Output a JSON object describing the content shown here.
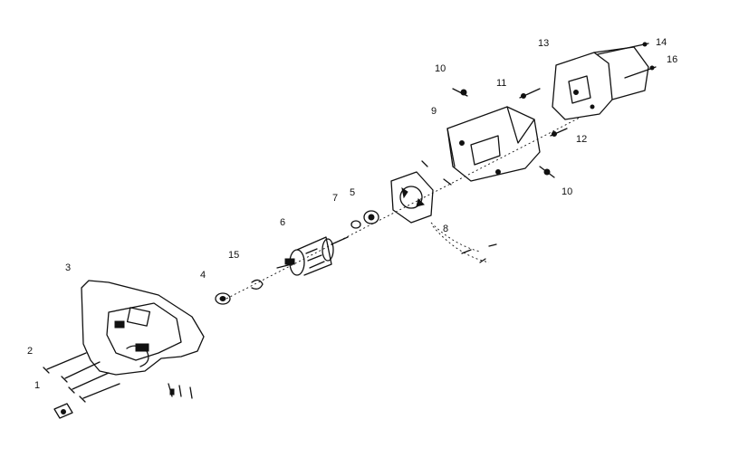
{
  "callouts": {
    "p1": "1",
    "p2": "2",
    "p3": "3",
    "p4": "4",
    "p5": "5",
    "p6": "6",
    "p7": "7",
    "p8": "8",
    "p9": "9",
    "p10a": "10",
    "p10b": "10",
    "p11": "11",
    "p12": "12",
    "p13": "13",
    "p14": "14",
    "p15": "15",
    "p16": "16"
  }
}
